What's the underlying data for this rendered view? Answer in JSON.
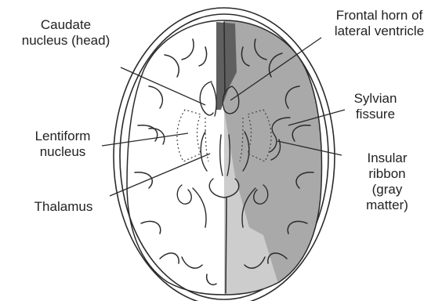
{
  "labels": {
    "caudate_nucleus": "Caudate\nnucleus (head)",
    "frontal_horn": "Frontal horn of\nlateral ventricle",
    "sylvian_fissure": "Sylvian\nfissure",
    "lentiform_nucleus": "Lentiform\nnucleus",
    "insular_ribbon": "Insular\nribbon\n(gray\nmatter)",
    "thalamus": "Thalamus"
  },
  "colors": {
    "outline": "#2a2a2a",
    "infarct_medium": "#a9a9a9",
    "infarct_light": "#cdcdcd",
    "infarct_dark": "#5f5f5f",
    "background": "#ffffff"
  }
}
